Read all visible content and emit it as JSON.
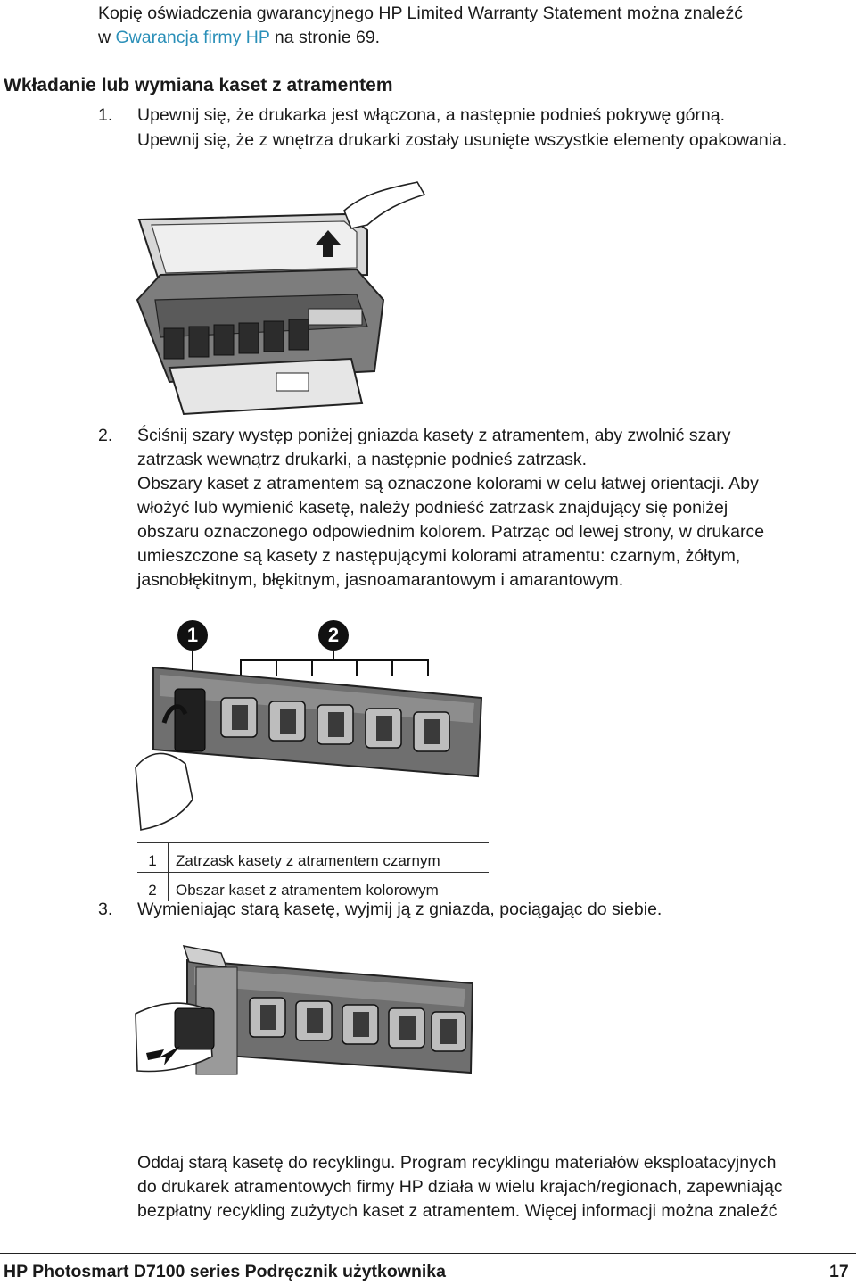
{
  "intro": {
    "line1": "Kopię oświadczenia gwarancyjnego HP Limited Warranty Statement można znaleźć",
    "line2_prefix": "w ",
    "line2_link": "Gwarancja firmy HP",
    "line2_suffix": " na stronie 69."
  },
  "section_heading": "Wkładanie lub wymiana kaset z atramentem",
  "steps": [
    {
      "number": "1.",
      "lines": [
        "Upewnij się, że drukarka jest włączona, a następnie podnieś pokrywę górną.",
        "Upewnij się, że z wnętrza drukarki zostały usunięte wszystkie elementy opakowania."
      ]
    },
    {
      "number": "2.",
      "lines": [
        "Ściśnij szary występ poniżej gniazda kasety z atramentem, aby zwolnić szary",
        "zatrzask wewnątrz drukarki, a następnie podnieś zatrzask.",
        "Obszary kaset z atramentem są oznaczone kolorami w celu łatwej orientacji. Aby",
        "włożyć lub wymienić kasetę, należy podnieść zatrzask znajdujący się poniżej",
        "obszaru oznaczonego odpowiednim kolorem. Patrząc od lewej strony, w drukarce",
        "umieszczone są kasety z następującymi kolorami atramentu: czarnym, żółtym,",
        "jasnobłękitnym, błękitnym, jasnoamarantowym i amarantowym."
      ]
    },
    {
      "number": "3.",
      "lines": [
        "Wymieniając starą kasetę, wyjmij ją z gniazda, pociągając do siebie."
      ]
    }
  ],
  "callouts": [
    {
      "number": "1",
      "text": "Zatrzask kasety z atramentem czarnym"
    },
    {
      "number": "2",
      "text": "Obszar kaset z atramentem kolorowym"
    }
  ],
  "figure_markers": [
    "1",
    "2"
  ],
  "recycling": {
    "lines": [
      "Oddaj starą kasetę do recyklingu. Program recyklingu materiałów eksploatacyjnych",
      "do drukarek atramentowych firmy HP działa w wielu krajach/regionach, zapewniając",
      "bezpłatny recykling zużytych kaset z atramentem. Więcej informacji można znaleźć"
    ]
  },
  "footer": {
    "title": "HP Photosmart D7100 series Podręcznik użytkownika",
    "page_number": "17"
  }
}
